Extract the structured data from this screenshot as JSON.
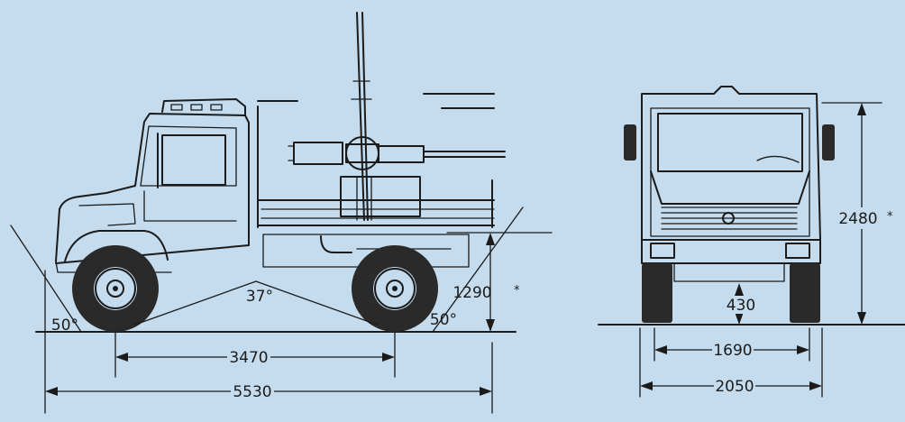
{
  "side_view": {
    "overall_length": "5530",
    "wheelbase": "3470",
    "ground_clearance_side": "1290",
    "clearance_marker": "*",
    "approach_angle": "50°",
    "departure_angle": "50°",
    "ramp_angle": "37°"
  },
  "front_view": {
    "overall_height": "2480",
    "height_marker": "*",
    "ground_clearance": "430",
    "track_width": "1690",
    "overall_width": "2050"
  },
  "colors": {
    "background": "#c4dcee",
    "ink": "#1b1b1b"
  }
}
